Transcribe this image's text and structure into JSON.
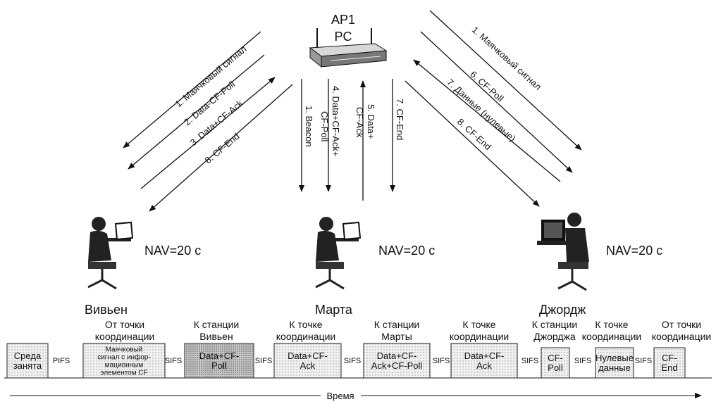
{
  "ap": {
    "line1": "AP1",
    "line2": "PC"
  },
  "stations": {
    "vivien": {
      "name": "Вивьен",
      "nav": "NAV=20 с"
    },
    "marta": {
      "name": "Марта",
      "nav": "NAV=20 с"
    },
    "george": {
      "name": "Джордж",
      "nav": "NAV=20 с"
    }
  },
  "left_arrows": [
    "1. Маячковый сигнал",
    "2. Data-CF-Poll",
    "3. Data+CF-Ack",
    "8. CF-End"
  ],
  "center_arrows": [
    "1. Beacon",
    "4. Data+CF-Ack+",
    "CF-Poll",
    "5. Data+",
    "CF-Ack",
    "7. CF-End"
  ],
  "right_arrows": [
    "1. Маячковый сигнал",
    "6. CF-Poll",
    "7. Данные (нулевые)",
    "8. CF-End"
  ],
  "timeline": {
    "blocks": [
      {
        "label": [
          "Среда",
          "занята"
        ],
        "shade": "light"
      },
      {
        "label": [
          "Маячковый",
          "сигнал с инфор-",
          "мационным",
          "элементом CF"
        ],
        "shade": "light"
      },
      {
        "label": [
          "Data+CF-",
          "Poll"
        ],
        "shade": "dark"
      },
      {
        "label": [
          "Data+CF-",
          "Ack"
        ],
        "shade": "light"
      },
      {
        "label": [
          "Data+CF-",
          "Ack+CF-Poll"
        ],
        "shade": "light"
      },
      {
        "label": [
          "Data+CF-",
          "Ack"
        ],
        "shade": "light"
      },
      {
        "label": [
          "CF-",
          "Poll"
        ],
        "shade": "light"
      },
      {
        "label": [
          "Нулевые",
          "данные"
        ],
        "shade": "light"
      },
      {
        "label": [
          "CF-",
          "End"
        ],
        "shade": "light"
      }
    ],
    "gaps": [
      "PIFS",
      "SIFS",
      "SIFS",
      "SIFS",
      "SIFS",
      "SIFS",
      "SIFS",
      "SIFS"
    ],
    "headers": [
      [
        "От точки",
        "координации"
      ],
      [
        "К станции",
        "Вивьен"
      ],
      [
        "К точке",
        "координации"
      ],
      [
        "К станции",
        "Марты"
      ],
      [
        "К точке",
        "координации"
      ],
      [
        "К станции",
        "Джорджа"
      ],
      [
        "К точке",
        "координации"
      ],
      [
        "От точки",
        "координации"
      ]
    ],
    "axis_label": "Время"
  },
  "colors": {
    "light": "#e9e9e9",
    "dark": "#bdbdbd",
    "line": "#111111"
  }
}
